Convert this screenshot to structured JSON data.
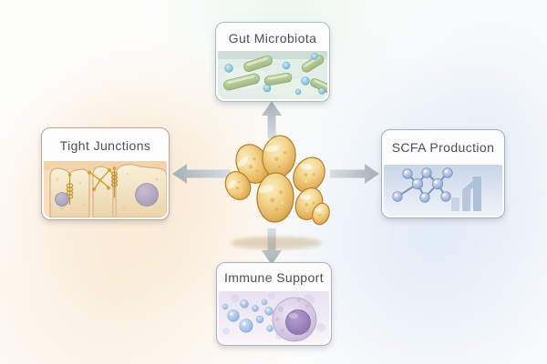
{
  "diagram": {
    "type": "hub-and-spoke",
    "center": {
      "icon": "probiotic-yeast-cluster-icon",
      "cell_count": 7,
      "cell_color": "#eac67c",
      "cell_rim_color": "#b5812d"
    },
    "nodes": [
      {
        "id": "gut-microbiota",
        "label": "Gut Microbiota",
        "position": "top",
        "icon": "gut-bacteria-icon",
        "border_color": "#a9bcc9",
        "panel_color": "#e2eee7"
      },
      {
        "id": "tight-junctions",
        "label": "Tight Junctions",
        "position": "left",
        "icon": "tight-junction-cells-icon",
        "border_color": "#c6a396",
        "panel_color": "#f8dfc0"
      },
      {
        "id": "scfa-production",
        "label": "SCFA Production",
        "position": "right",
        "icon": "scfa-molecule-chart-icon",
        "border_color": "#9db3d0",
        "panel_color": "#d9e3f0"
      },
      {
        "id": "immune-support",
        "label": "Immune Support",
        "position": "bottom",
        "icon": "immune-cell-icon",
        "border_color": "#b1aec8",
        "panel_color": "#ece5f3"
      }
    ],
    "arrows": [
      {
        "direction": "up",
        "to": "gut-microbiota"
      },
      {
        "direction": "left",
        "to": "tight-junctions"
      },
      {
        "direction": "right",
        "to": "scfa-production"
      },
      {
        "direction": "down",
        "to": "immune-support"
      }
    ],
    "colors": {
      "title_text": "#4c4f58",
      "arrow_light": "#d6dbdf",
      "arrow_dark": "#a8b2ba",
      "background": "#fdfdfc"
    }
  }
}
